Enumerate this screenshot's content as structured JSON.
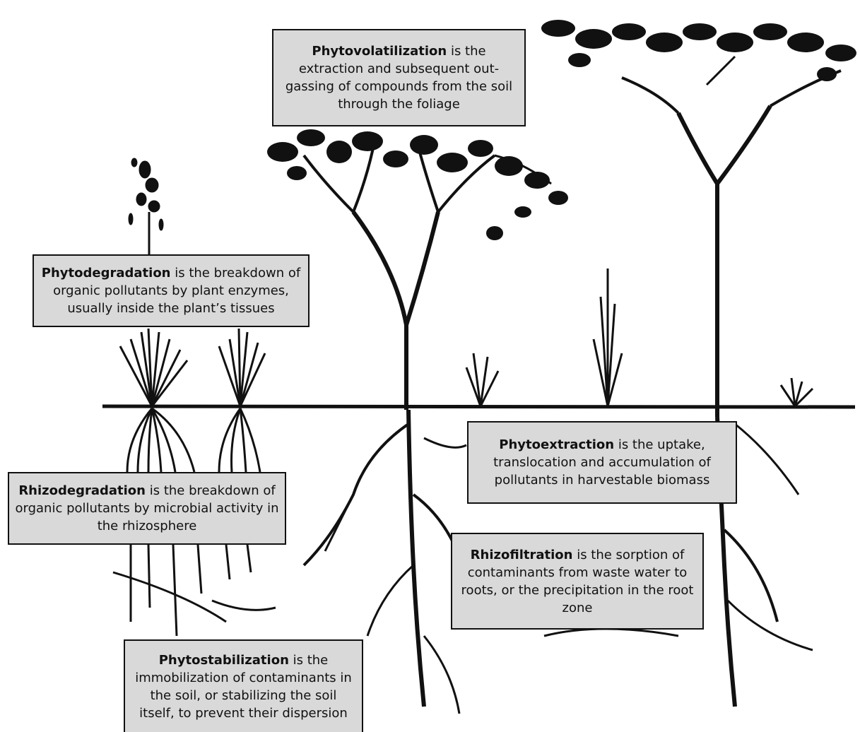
{
  "colors": {
    "ink": "#111111",
    "box_fill": "#d9d9d9",
    "background": "#ffffff"
  },
  "callouts": {
    "phytovolatilization": {
      "term": "Phytovolatilization",
      "text": " is the extraction and subsequent out-gassing of compounds from the soil through the foliage"
    },
    "phytodegradation": {
      "term": "Phytodegradation",
      "text": " is the breakdown of organic pollutants by plant enzymes, usually inside the plant’s tissues"
    },
    "rhizodegradation": {
      "term": "Rhizodegradation",
      "text": " is the breakdown of organic pollutants by microbial activity in the rhizosphere"
    },
    "phytoextraction": {
      "term": "Phytoextraction",
      "text": " is the uptake, translocation and accumulation of pollutants in harvestable biomass"
    },
    "rhizofiltration": {
      "term": "Rhizofiltration",
      "text": " is the sorption of contaminants from waste water to roots, or the precipitation in the root zone"
    },
    "phytostabilization": {
      "term": "Phytostabilization",
      "text": " is the immobilization of contaminants in the soil, or stabilizing the soil itself, to prevent their dispersion"
    }
  }
}
